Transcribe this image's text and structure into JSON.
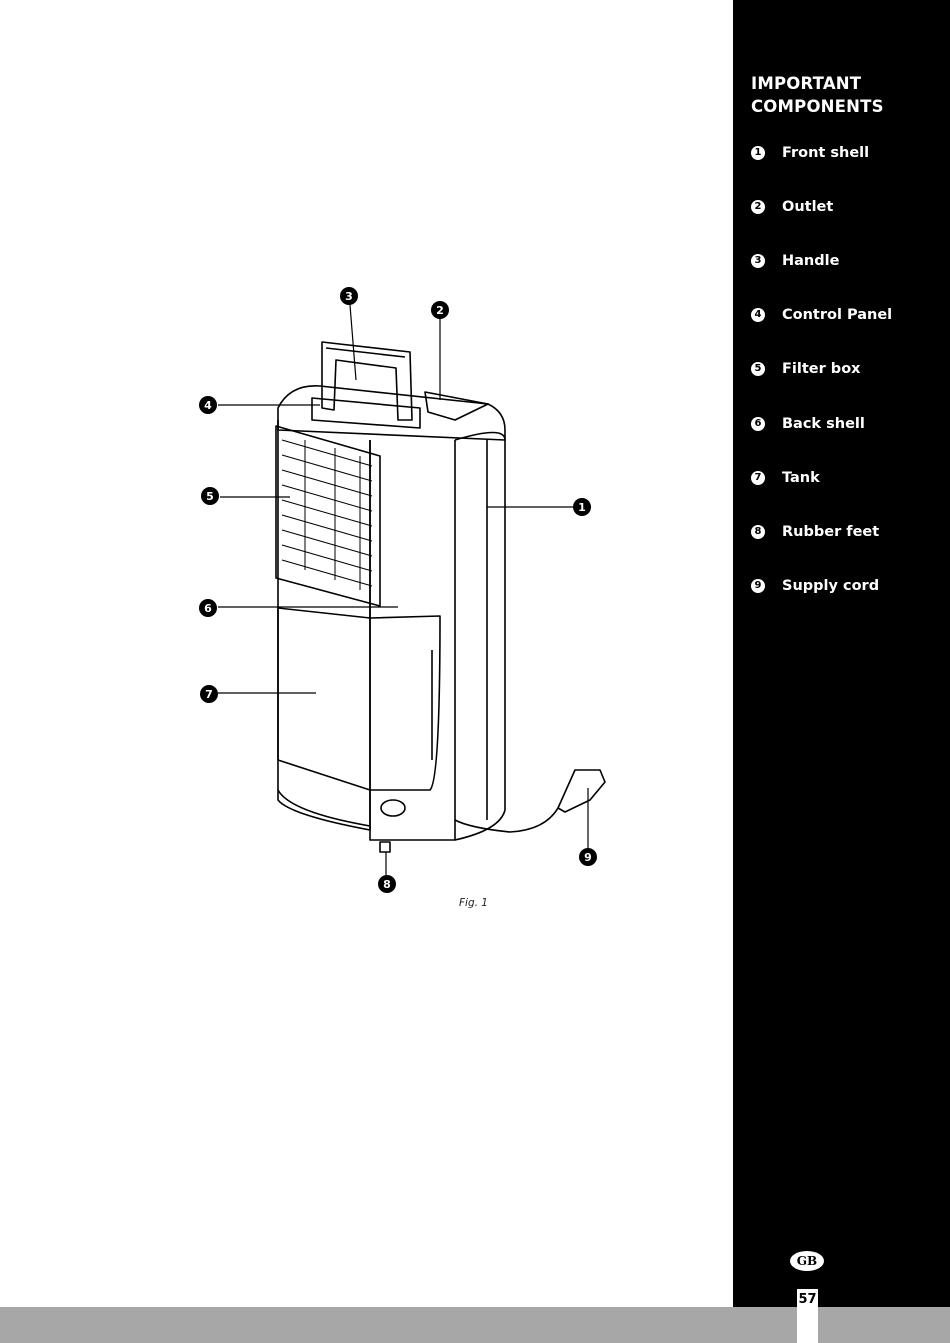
{
  "sidebar": {
    "title_line1": "IMPORTANT",
    "title_line2": "COMPONENTS",
    "components": [
      {
        "num": "1",
        "label": "Front shell"
      },
      {
        "num": "2",
        "label": "Outlet"
      },
      {
        "num": "3",
        "label": "Handle"
      },
      {
        "num": "4",
        "label": "Control Panel"
      },
      {
        "num": "5",
        "label": "Filter box"
      },
      {
        "num": "6",
        "label": "Back shell"
      },
      {
        "num": "7",
        "label": "Tank"
      },
      {
        "num": "8",
        "label": "Rubber feet"
      },
      {
        "num": "9",
        "label": "Supply cord"
      }
    ]
  },
  "figure": {
    "caption": "Fig. 1",
    "callouts": [
      "1",
      "2",
      "3",
      "4",
      "5",
      "6",
      "7",
      "8",
      "9"
    ]
  },
  "footer": {
    "language_badge": "GB",
    "page_number": "57"
  },
  "colors": {
    "sidebar_bg": "#000000",
    "footer_bar": "#a7a7a7"
  }
}
